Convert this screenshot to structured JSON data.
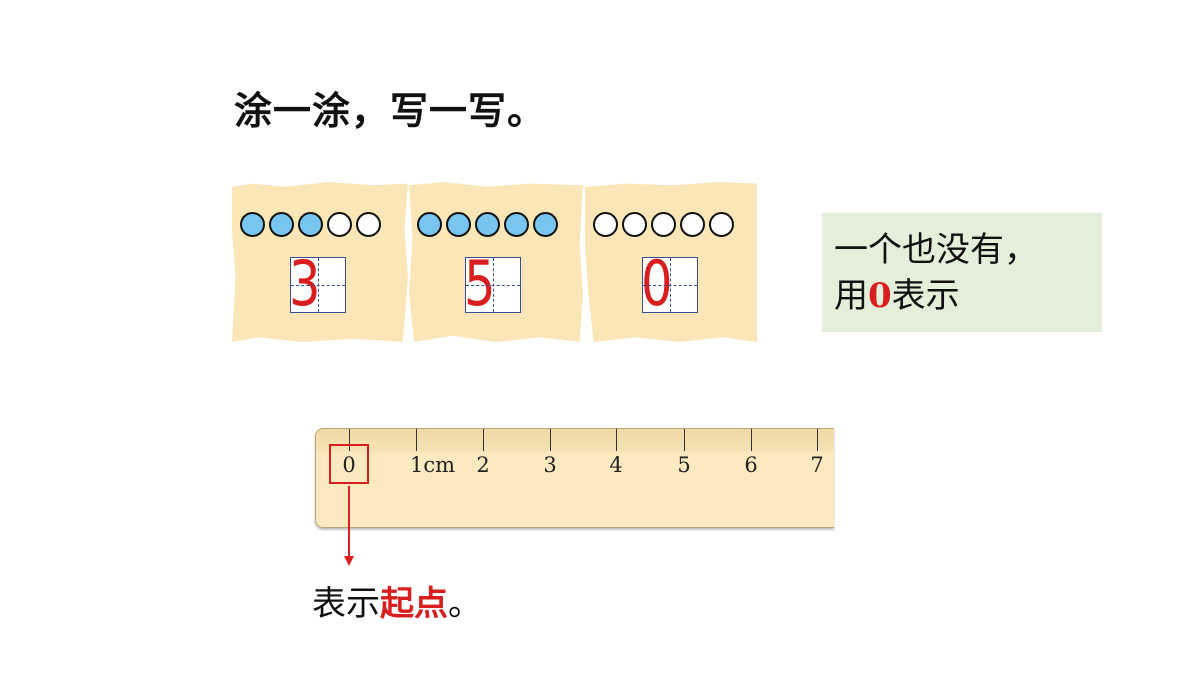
{
  "title": "涂一涂，写一写。",
  "groups": [
    {
      "dots": [
        true,
        true,
        true,
        false,
        false
      ],
      "digit": "3"
    },
    {
      "dots": [
        true,
        true,
        true,
        true,
        true
      ],
      "digit": "5"
    },
    {
      "dots": [
        false,
        false,
        false,
        false,
        false
      ],
      "digit": "0"
    }
  ],
  "note": {
    "line1": "一个也没有，",
    "line2_prefix": "用",
    "line2_zero": "0",
    "line2_suffix": "表示"
  },
  "ruler": {
    "labels": [
      "0",
      "1cm",
      "2",
      "3",
      "4",
      "5",
      "6",
      "7"
    ],
    "highlighted": "0"
  },
  "caption": {
    "prefix": "表示",
    "emphasis": "起点",
    "suffix": "。"
  },
  "colors": {
    "filled_dot": "#78c6f0",
    "paper": "#fbe6b8",
    "note_bg": "#e3efd9",
    "accent_red": "#d81e1e"
  }
}
